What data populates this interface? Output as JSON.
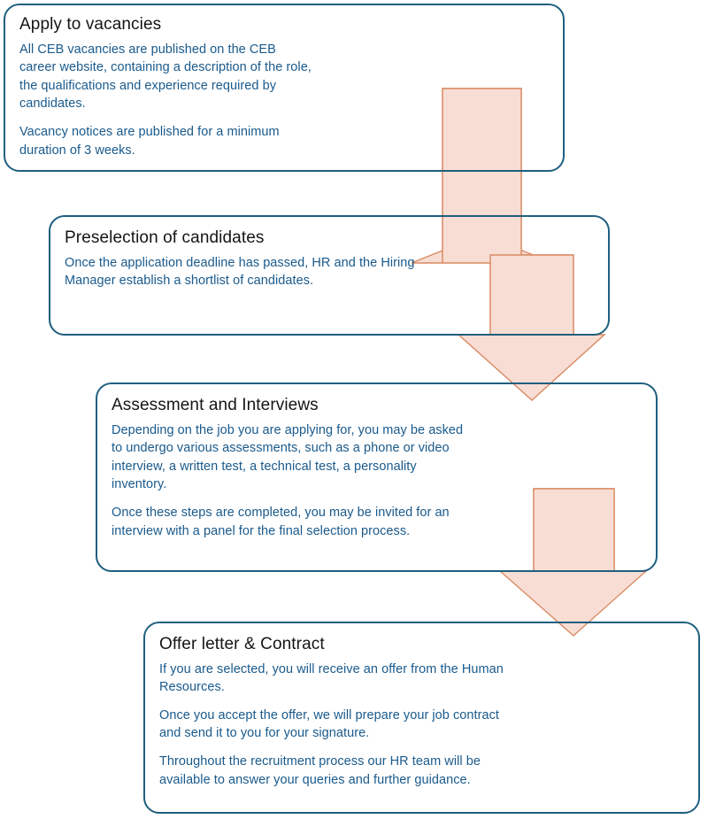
{
  "diagram": {
    "title": "CEB Recruitment Process Flowchart",
    "colors": {
      "box_border": "#1F5F7F",
      "title_text": "#151515",
      "body_text": "#1A5A8C",
      "arrow_fill": "#F8DDD4",
      "arrow_stroke": "#D98B64",
      "background": "#FFFFFF"
    },
    "steps": [
      {
        "id": "apply-to-vacancies",
        "title": "Apply to vacancies",
        "paragraphs": [
          "All CEB vacancies are published on the CEB career website, containing a description of the role, the qualifications and experience required by candidates.",
          "Vacancy notices are published for a minimum duration of 3 weeks."
        ]
      },
      {
        "id": "preselection-of-candidates",
        "title": "Preselection of candidates",
        "paragraphs": [
          "Once the application deadline has passed, HR and the Hiring Manager establish a shortlist of candidates."
        ]
      },
      {
        "id": "assessment-and-interviews",
        "title": "Assessment and Interviews",
        "paragraphs": [
          "Depending on the job you are applying for, you may be asked to undergo various assessments, such as a phone or video interview, a written test, a technical test, a personality inventory.",
          "Once these steps are completed, you may be invited for an interview with a panel for the final selection process."
        ]
      },
      {
        "id": "offer-letter-and-contract",
        "title": "Offer letter & Contract",
        "paragraphs": [
          "If you are selected, you will receive an offer from the Human Resources.",
          "Once you accept the offer, we will prepare your job contract and send it to you for your signature.",
          "Throughout the recruitment process our HR team will be available to answer your queries and  further guidance."
        ]
      }
    ],
    "connectors": [
      {
        "id": "arrow-step1-to-step2",
        "from": "apply-to-vacancies",
        "to": "preselection-of-candidates",
        "direction": "down"
      },
      {
        "id": "arrow-step2-to-step3",
        "from": "preselection-of-candidates",
        "to": "assessment-and-interviews",
        "direction": "down"
      },
      {
        "id": "arrow-step3-to-step4",
        "from": "assessment-and-interviews",
        "to": "offer-letter-and-contract",
        "direction": "down"
      }
    ]
  }
}
